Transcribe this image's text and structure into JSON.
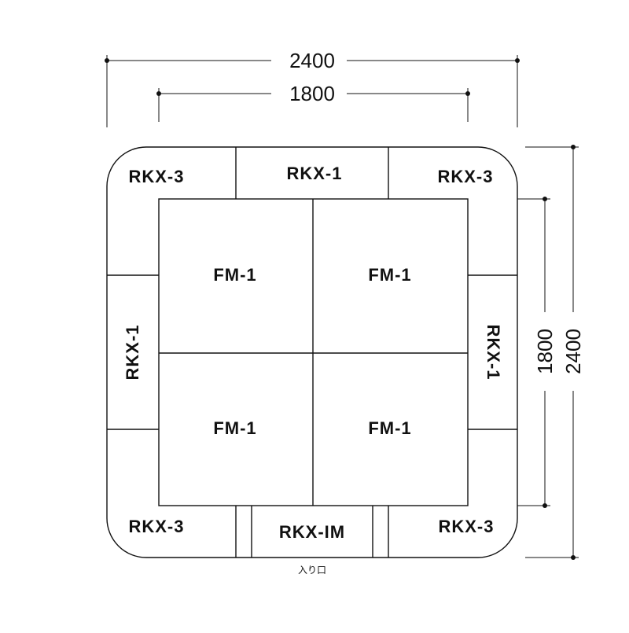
{
  "dimensions": {
    "outer_width": "2400",
    "inner_width": "1800",
    "inner_height": "1800",
    "outer_height": "2400"
  },
  "panels": {
    "corner_top_left": "RKX-3",
    "top_center": "RKX-1",
    "corner_top_right": "RKX-3",
    "left_center": "RKX-1",
    "right_center": "RKX-1",
    "corner_bottom_left": "RKX-3",
    "bottom_center": "RKX-IM",
    "corner_bottom_right": "RKX-3",
    "mat_top_left": "FM-1",
    "mat_top_right": "FM-1",
    "mat_bottom_left": "FM-1",
    "mat_bottom_right": "FM-1"
  },
  "entrance_label": "入り口"
}
